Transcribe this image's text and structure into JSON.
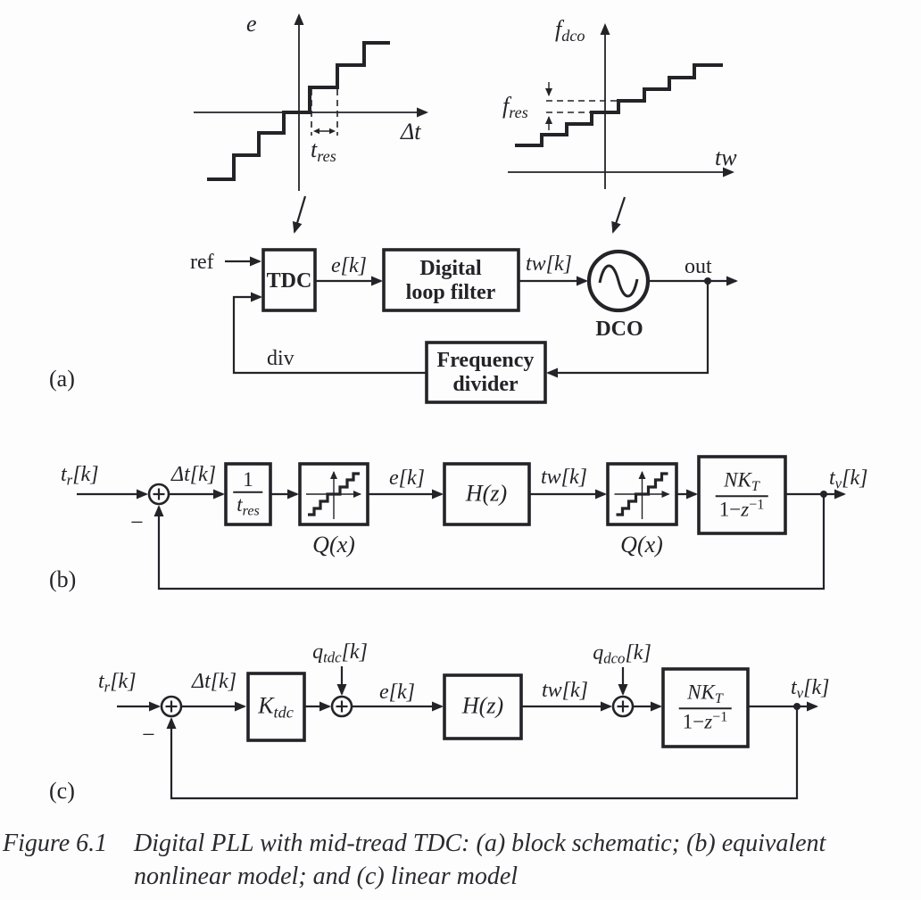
{
  "colors": {
    "ink": "#232328",
    "paper": "#fdfdfd"
  },
  "plots": {
    "tdc": {
      "y_label": [
        {
          "t": "e",
          "s": "i"
        }
      ],
      "x_label": [
        {
          "t": "Δt",
          "s": "i"
        }
      ],
      "res_label": [
        {
          "t": "t",
          "s": "i"
        },
        {
          "t": "res",
          "s": "sub"
        }
      ]
    },
    "dco": {
      "y_label": [
        {
          "t": "f",
          "s": "i"
        },
        {
          "t": "dco",
          "s": "sub"
        }
      ],
      "x_label": [
        {
          "t": "tw",
          "s": "i"
        }
      ],
      "res_label": [
        {
          "t": "f",
          "s": "i"
        },
        {
          "t": "res",
          "s": "sub"
        }
      ]
    }
  },
  "panel_a": {
    "tag": "(a)",
    "ref": "ref",
    "div": "div",
    "out": "out",
    "tdc": "TDC",
    "dlf_line1": "Digital",
    "dlf_line2": "loop filter",
    "dco": "DCO",
    "fd_line1": "Frequency",
    "fd_line2": "divider",
    "e_k": [
      {
        "t": "e[k]",
        "s": "i"
      }
    ],
    "tw_k": [
      {
        "t": "tw[k]",
        "s": "i"
      }
    ]
  },
  "panel_b": {
    "tag": "(b)",
    "t_r_k": [
      {
        "t": "t",
        "s": "i"
      },
      {
        "t": "r",
        "s": "sub"
      },
      {
        "t": "[k]",
        "s": "i"
      }
    ],
    "minus": "−",
    "dt_k": [
      {
        "t": "Δt[k]",
        "s": "i"
      }
    ],
    "gain_num": [
      {
        "t": "1",
        "s": "n"
      }
    ],
    "gain_den": [
      {
        "t": "t",
        "s": "i"
      },
      {
        "t": "res",
        "s": "sub"
      }
    ],
    "q_label": [
      {
        "t": "Q(x)",
        "s": "i"
      }
    ],
    "e_k": [
      {
        "t": "e[k]",
        "s": "i"
      }
    ],
    "hz": [
      {
        "t": "H(z)",
        "s": "i"
      }
    ],
    "tw_k": [
      {
        "t": "tw[k]",
        "s": "i"
      }
    ],
    "acc_num": [
      {
        "t": "NK",
        "s": "i"
      },
      {
        "t": "T",
        "s": "sub"
      }
    ],
    "acc_den": [
      {
        "t": "1−",
        "s": "n"
      },
      {
        "t": "z",
        "s": "i"
      },
      {
        "t": "−1",
        "s": "sup"
      }
    ],
    "t_v_k": [
      {
        "t": "t",
        "s": "i"
      },
      {
        "t": "v",
        "s": "sub"
      },
      {
        "t": "[k]",
        "s": "i"
      }
    ]
  },
  "panel_c": {
    "tag": "(c)",
    "t_r_k": [
      {
        "t": "t",
        "s": "i"
      },
      {
        "t": "r",
        "s": "sub"
      },
      {
        "t": "[k]",
        "s": "i"
      }
    ],
    "minus": "−",
    "dt_k": [
      {
        "t": "Δt[k]",
        "s": "i"
      }
    ],
    "k_tdc": [
      {
        "t": "K",
        "s": "i"
      },
      {
        "t": "tdc",
        "s": "sub"
      }
    ],
    "q_tdc_k": [
      {
        "t": "q",
        "s": "i"
      },
      {
        "t": "tdc",
        "s": "sub"
      },
      {
        "t": "[k]",
        "s": "i"
      }
    ],
    "e_k": [
      {
        "t": "e[k]",
        "s": "i"
      }
    ],
    "hz": [
      {
        "t": "H(z)",
        "s": "i"
      }
    ],
    "tw_k": [
      {
        "t": "tw[k]",
        "s": "i"
      }
    ],
    "q_dco_k": [
      {
        "t": "q",
        "s": "i"
      },
      {
        "t": "dco",
        "s": "sub"
      },
      {
        "t": "[k]",
        "s": "i"
      }
    ],
    "acc_num": [
      {
        "t": "NK",
        "s": "i"
      },
      {
        "t": "T",
        "s": "sub"
      }
    ],
    "acc_den": [
      {
        "t": "1−",
        "s": "n"
      },
      {
        "t": "z",
        "s": "i"
      },
      {
        "t": "−1",
        "s": "sup"
      }
    ],
    "t_v_k": [
      {
        "t": "t",
        "s": "i"
      },
      {
        "t": "v",
        "s": "sub"
      },
      {
        "t": "[k]",
        "s": "i"
      }
    ]
  },
  "caption": {
    "label": "Figure 6.1",
    "line1": "Digital PLL with mid-tread TDC: (a) block schematic; (b) equivalent",
    "line2": "nonlinear model; and (c) linear model"
  }
}
